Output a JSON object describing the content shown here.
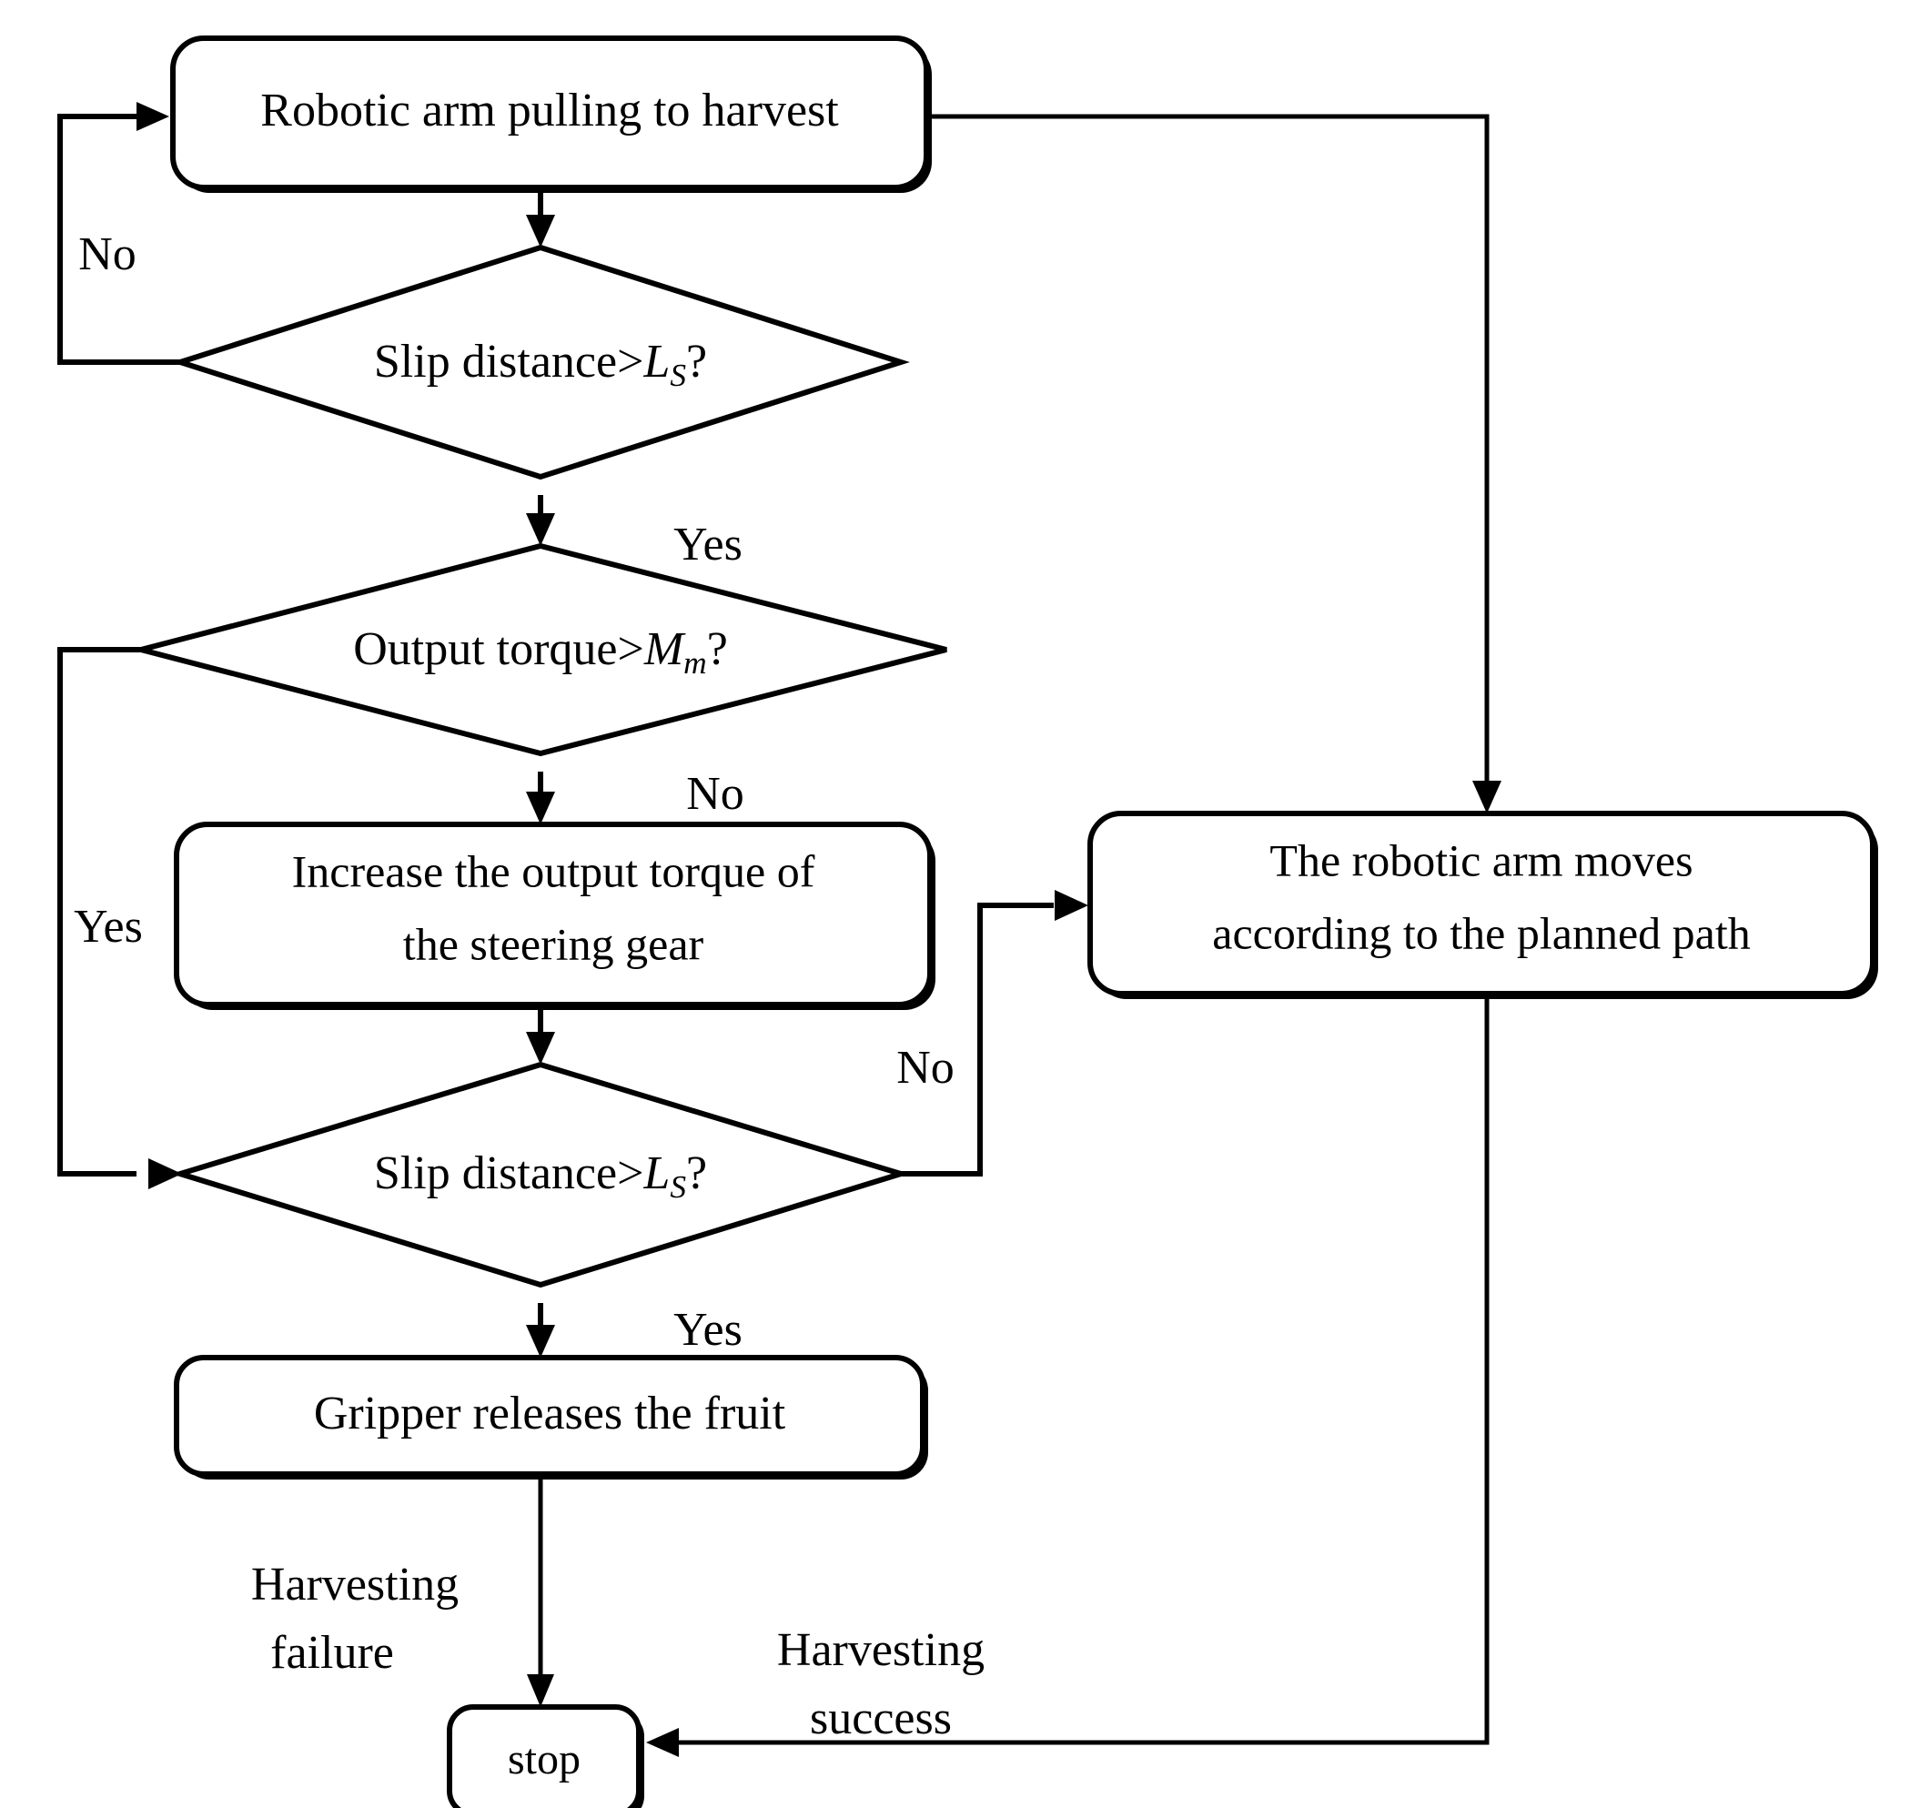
{
  "diagram": {
    "title": "Robotic arm harvesting control flowchart",
    "type": "flowchart",
    "background_color": "#ffffff",
    "line_color": "#000000",
    "text_color": "#000000"
  },
  "nodes": {
    "start_box": {
      "id": "robotic-arm-pulling",
      "shape": "rounded-rectangle",
      "text": "Robotic arm pulling to harvest"
    },
    "decision_slip_1": {
      "id": "slip-distance-1",
      "shape": "diamond",
      "text_prefix": "Slip distance>",
      "text_var": "L",
      "text_sub": "S",
      "text_suffix": "?"
    },
    "decision_torque": {
      "id": "output-torque",
      "shape": "diamond",
      "text_prefix": "Output torque>",
      "text_var": "M",
      "text_sub": "m",
      "text_suffix": "?"
    },
    "increase_torque": {
      "id": "increase-output-torque",
      "shape": "rounded-rectangle",
      "line1": "Increase the output torque of",
      "line2": "the steering gear"
    },
    "planned_path": {
      "id": "robotic-arm-planned-path",
      "shape": "rounded-rectangle",
      "line1": "The robotic arm moves",
      "line2": "according to the planned path"
    },
    "decision_slip_2": {
      "id": "slip-distance-2",
      "shape": "diamond",
      "text_prefix": "Slip distance>",
      "text_var": "L",
      "text_sub": "S",
      "text_suffix": "?"
    },
    "gripper_release": {
      "id": "gripper-releases-fruit",
      "shape": "rounded-rectangle",
      "text": "Gripper releases the fruit"
    },
    "stop_node": {
      "id": "stop",
      "shape": "rounded-rectangle",
      "text": "stop"
    }
  },
  "edge_labels": {
    "no_loop_top": "No",
    "yes_slip1": "Yes",
    "yes_torque_left": "Yes",
    "no_torque_down": "No",
    "no_slip2_right": "No",
    "yes_slip2_down": "Yes",
    "harvesting_failure_line1": "Harvesting",
    "harvesting_failure_line2": "failure",
    "harvesting_success_line1": "Harvesting",
    "harvesting_success_line2": "success"
  }
}
